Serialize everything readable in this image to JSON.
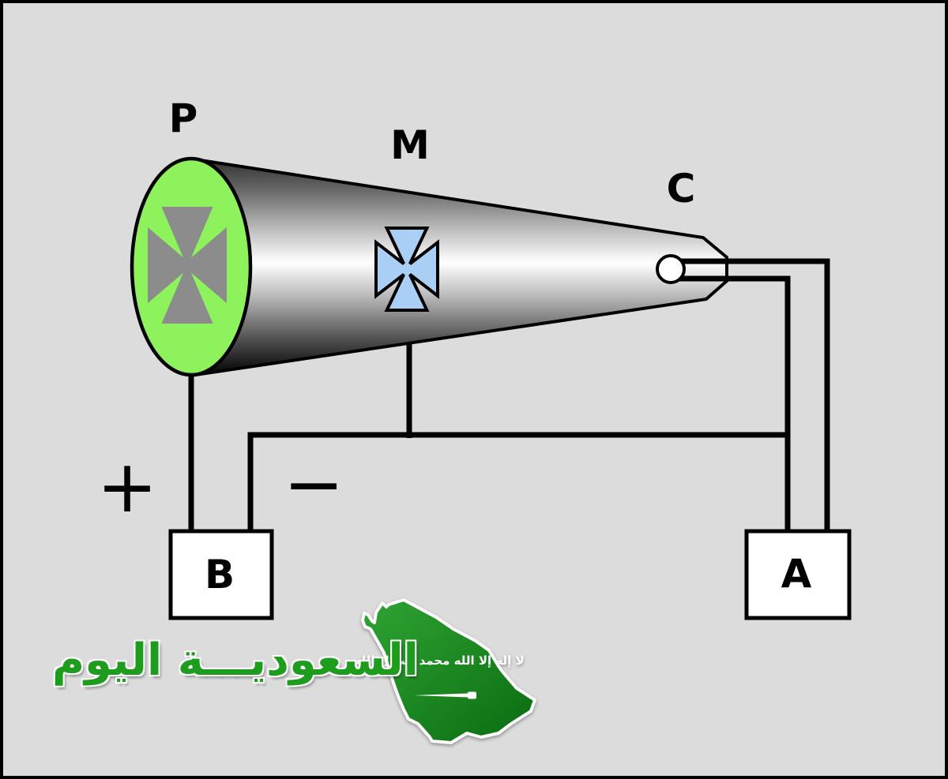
{
  "diagram": {
    "type": "crookes-tube-maltese-cross-experiment",
    "labels": {
      "screen": "P",
      "cross": "M",
      "cathode": "C",
      "box_left": "B",
      "box_right": "A",
      "plus": "+",
      "minus": "−"
    }
  },
  "colors": {
    "background": "#dcdcdc",
    "border": "#000000",
    "wire": "#000000",
    "screen_green": "#8df25c",
    "screen_cross_gray": "#8c8c8c",
    "cross_blue": "#a9cff4",
    "box_fill": "#ffffff",
    "watermark_green": "#1d9c1d",
    "map_green_light": "#2fa433",
    "map_green_dark": "#0a6b10"
  },
  "watermark": {
    "site_name": "السعوديـــة اليوم",
    "flag_text": "لا إله إلا الله محمد رسول الله"
  }
}
